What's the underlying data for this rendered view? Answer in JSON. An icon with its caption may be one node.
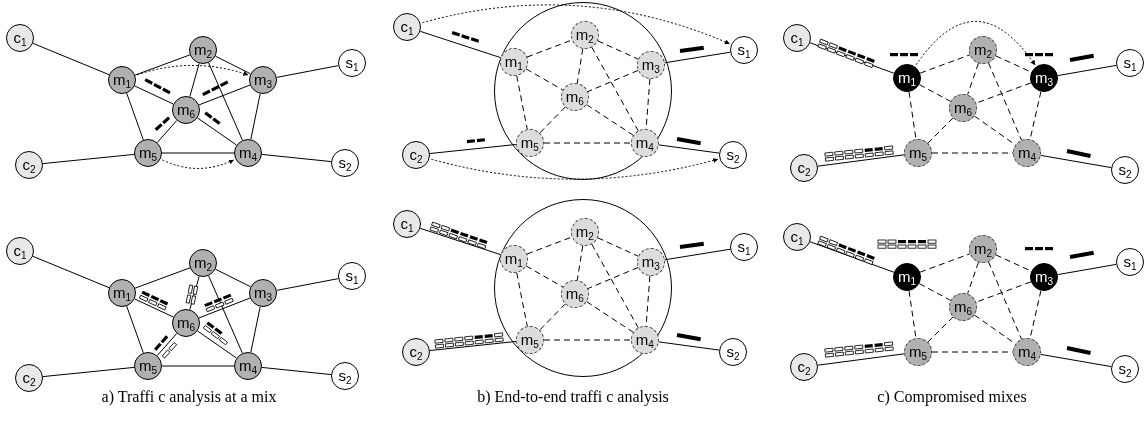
{
  "diagram": {
    "nodes": [
      {
        "text": [
          "c$_{1}$"
        ]
      },
      {
        "text": [
          "m$_{1}$"
        ]
      },
      {
        "text": [
          "m$_{2}$"
        ]
      },
      {
        "text": [
          "m$_{3}$"
        ]
      },
      {
        "text": [
          "s$_{1}$"
        ]
      },
      {
        "text": [
          "m$_{6}$"
        ]
      },
      {
        "text": [
          "c$_{2}$"
        ]
      },
      {
        "text": [
          "m$_{5}$"
        ]
      },
      {
        "text": [
          "m$_{4}$"
        ]
      },
      {
        "text": [
          "s$_{2}$"
        ]
      },
      {
        "text": [],
        "shape": "circle"
      },
      {
        "text": [
          "c$_{1}$"
        ]
      },
      {
        "text": [
          "m$_{1}$"
        ],
        "in": 10
      },
      {
        "text": [
          "m$_{2}$"
        ],
        "in": 10
      },
      {
        "text": [
          "m$_{3}$"
        ],
        "in": 10
      },
      {
        "text": [
          "s$_{1}$"
        ]
      },
      {
        "text": [
          "m$_{6}$"
        ],
        "in": 10
      },
      {
        "text": [
          "c$_{2}$"
        ]
      },
      {
        "text": [
          "m$_{5}$"
        ],
        "in": 10
      },
      {
        "text": [
          "m$_{4}$"
        ],
        "in": 10
      },
      {
        "text": [
          "s$_{2}$"
        ]
      },
      {
        "text": [
          "c$_{1}$"
        ]
      },
      {
        "text": [
          "m$_{1}$"
        ]
      },
      {
        "text": [
          "m$_{2}$"
        ]
      },
      {
        "text": [
          "m$_{3}$"
        ]
      },
      {
        "text": [
          "s$_{1}$"
        ]
      },
      {
        "text": [
          "m$_{6}$"
        ]
      },
      {
        "text": [
          "c$_{2}$"
        ]
      },
      {
        "text": [
          "m$_{5}$"
        ]
      },
      {
        "text": [
          "m$_{4}$"
        ]
      },
      {
        "text": [
          "s$_{2}$"
        ]
      },
      {
        "text": [
          "c$_{1}$"
        ]
      },
      {
        "text": [
          "m$_{1}$"
        ]
      },
      {
        "text": [
          "m$_{2}$"
        ]
      },
      {
        "text": [
          "m$_{3}$"
        ]
      },
      {
        "text": [
          "s$_{1}$"
        ]
      },
      {
        "text": [
          "m$_{6}$"
        ]
      },
      {
        "text": [
          "c$_{2}$"
        ]
      },
      {
        "text": [
          "m$_{5}$"
        ]
      },
      {
        "text": [
          "m$_{4}$"
        ]
      },
      {
        "text": [
          "s$_{2}$"
        ]
      },
      {
        "text": [],
        "shape": "circle"
      },
      {
        "text": [
          "c$_{1}$"
        ]
      },
      {
        "text": [
          "m$_{1}$"
        ],
        "in": 41
      },
      {
        "text": [
          "m$_{2}$"
        ],
        "in": 41
      },
      {
        "text": [
          "m$_{3}$"
        ],
        "in": 41
      },
      {
        "text": [
          "s$_{1}$"
        ]
      },
      {
        "text": [
          "m$_{6}$"
        ],
        "in": 41
      },
      {
        "text": [
          "c$_{2}$"
        ]
      },
      {
        "text": [
          "m$_{5}$"
        ],
        "in": 41
      },
      {
        "text": [
          "m$_{4}$"
        ],
        "in": 41
      },
      {
        "text": [
          "s$_{2}$"
        ]
      },
      {
        "text": [
          "c$_{1}$"
        ]
      },
      {
        "text": [
          "m$_{1}$"
        ]
      },
      {
        "text": [
          "m$_{2}$"
        ]
      },
      {
        "text": [
          "m$_{3}$"
        ]
      },
      {
        "text": [
          "s$_{1}$"
        ]
      },
      {
        "text": [
          "m$_{6}$"
        ]
      },
      {
        "text": [
          "c$_{2}$"
        ]
      },
      {
        "text": [
          "m$_{5}$"
        ]
      },
      {
        "text": [
          "m$_{4}$"
        ]
      },
      {
        "text": [
          "s$_{2}$"
        ]
      }
    ],
    "edges": [
      {
        "from": 0,
        "to": 1,
        "arrow": "none"
      },
      {
        "from": 1,
        "to": 2,
        "arrow": "none"
      },
      {
        "from": 2,
        "to": 3,
        "arrow": "none"
      },
      {
        "from": 3,
        "to": 4,
        "arrow": "none"
      },
      {
        "from": 1,
        "to": 5,
        "arrow": "none"
      },
      {
        "from": 2,
        "to": 5,
        "arrow": "none"
      },
      {
        "from": 3,
        "to": 5,
        "arrow": "none"
      },
      {
        "from": 1,
        "to": 7,
        "arrow": "none"
      },
      {
        "from": 3,
        "to": 8,
        "arrow": "none"
      },
      {
        "from": 2,
        "to": 8,
        "arrow": "none"
      },
      {
        "from": 5,
        "to": 7,
        "arrow": "none"
      },
      {
        "from": 5,
        "to": 8,
        "arrow": "none"
      },
      {
        "from": 6,
        "to": 7,
        "arrow": "none"
      },
      {
        "from": 7,
        "to": 8,
        "arrow": "none"
      },
      {
        "from": 8,
        "to": 9,
        "arrow": "none"
      },
      {
        "from": 1,
        "to": 3,
        "arrow": "to",
        "style": "dashed"
      },
      {
        "from": 7,
        "to": 8,
        "arrow": "to",
        "style": "dashed"
      },
      {
        "from": 11,
        "to": 12,
        "arrow": "none"
      },
      {
        "from": 12,
        "to": 13,
        "arrow": "none",
        "style": "dashed"
      },
      {
        "from": 13,
        "to": 14,
        "arrow": "none",
        "style": "dashed"
      },
      {
        "from": 14,
        "to": 15,
        "arrow": "none"
      },
      {
        "from": 12,
        "to": 16,
        "arrow": "none",
        "style": "dashed"
      },
      {
        "from": 13,
        "to": 16,
        "arrow": "none",
        "style": "dashed"
      },
      {
        "from": 14,
        "to": 16,
        "arrow": "none",
        "style": "dashed"
      },
      {
        "from": 12,
        "to": 18,
        "arrow": "none",
        "style": "dashed"
      },
      {
        "from": 14,
        "to": 19,
        "arrow": "none",
        "style": "dashed"
      },
      {
        "from": 13,
        "to": 19,
        "arrow": "none",
        "style": "dashed"
      },
      {
        "from": 16,
        "to": 18,
        "arrow": "none",
        "style": "dashed"
      },
      {
        "from": 16,
        "to": 19,
        "arrow": "none",
        "style": "dashed"
      },
      {
        "from": 17,
        "to": 18,
        "arrow": "none"
      },
      {
        "from": 18,
        "to": 19,
        "arrow": "none",
        "style": "dashed"
      },
      {
        "from": 19,
        "to": 20,
        "arrow": "none"
      },
      {
        "from": 11,
        "to": 15,
        "arrow": "to",
        "style": "dashed"
      },
      {
        "from": 17,
        "to": 20,
        "arrow": "to",
        "style": "dashed"
      },
      {
        "from": 21,
        "to": 22,
        "arrow": "none"
      },
      {
        "from": 22,
        "to": 23,
        "arrow": "none",
        "style": "dashed"
      },
      {
        "from": 23,
        "to": 24,
        "arrow": "none",
        "style": "dashed"
      },
      {
        "from": 24,
        "to": 25,
        "arrow": "none"
      },
      {
        "from": 22,
        "to": 26,
        "arrow": "none",
        "style": "dashed"
      },
      {
        "from": 23,
        "to": 26,
        "arrow": "none",
        "style": "dashed"
      },
      {
        "from": 24,
        "to": 26,
        "arrow": "none",
        "style": "dashed"
      },
      {
        "from": 22,
        "to": 28,
        "arrow": "none",
        "style": "dashed"
      },
      {
        "from": 24,
        "to": 29,
        "arrow": "none",
        "style": "dashed"
      },
      {
        "from": 23,
        "to": 29,
        "arrow": "none",
        "style": "dashed"
      },
      {
        "from": 26,
        "to": 28,
        "arrow": "none",
        "style": "dashed"
      },
      {
        "from": 26,
        "to": 29,
        "arrow": "none",
        "style": "dashed"
      },
      {
        "from": 27,
        "to": 28,
        "arrow": "none"
      },
      {
        "from": 28,
        "to": 29,
        "arrow": "none",
        "style": "dashed"
      },
      {
        "from": 29,
        "to": 30,
        "arrow": "none"
      },
      {
        "from": 22,
        "to": 24,
        "arrow": "to",
        "style": "dashed"
      },
      {
        "from": 31,
        "to": 32,
        "arrow": "none"
      },
      {
        "from": 32,
        "to": 33,
        "arrow": "none"
      },
      {
        "from": 33,
        "to": 34,
        "arrow": "none"
      },
      {
        "from": 34,
        "to": 35,
        "arrow": "none"
      },
      {
        "from": 32,
        "to": 36,
        "arrow": "none"
      },
      {
        "from": 33,
        "to": 36,
        "arrow": "none"
      },
      {
        "from": 34,
        "to": 36,
        "arrow": "none"
      },
      {
        "from": 32,
        "to": 38,
        "arrow": "none"
      },
      {
        "from": 34,
        "to": 39,
        "arrow": "none"
      },
      {
        "from": 33,
        "to": 39,
        "arrow": "none"
      },
      {
        "from": 36,
        "to": 38,
        "arrow": "none"
      },
      {
        "from": 36,
        "to": 39,
        "arrow": "none"
      },
      {
        "from": 37,
        "to": 38,
        "arrow": "none"
      },
      {
        "from": 38,
        "to": 39,
        "arrow": "none"
      },
      {
        "from": 39,
        "to": 40,
        "arrow": "none"
      },
      {
        "from": 42,
        "to": 43,
        "arrow": "none"
      },
      {
        "from": 43,
        "to": 44,
        "arrow": "none",
        "style": "dashed"
      },
      {
        "from": 44,
        "to": 45,
        "arrow": "none",
        "style": "dashed"
      },
      {
        "from": 45,
        "to": 46,
        "arrow": "none"
      },
      {
        "from": 43,
        "to": 47,
        "arrow": "none",
        "style": "dashed"
      },
      {
        "from": 44,
        "to": 47,
        "arrow": "none",
        "style": "dashed"
      },
      {
        "from": 45,
        "to": 47,
        "arrow": "none",
        "style": "dashed"
      },
      {
        "from": 43,
        "to": 49,
        "arrow": "none",
        "style": "dashed"
      },
      {
        "from": 45,
        "to": 50,
        "arrow": "none",
        "style": "dashed"
      },
      {
        "from": 44,
        "to": 50,
        "arrow": "none",
        "style": "dashed"
      },
      {
        "from": 47,
        "to": 49,
        "arrow": "none",
        "style": "dashed"
      },
      {
        "from": 47,
        "to": 50,
        "arrow": "none",
        "style": "dashed"
      },
      {
        "from": 48,
        "to": 49,
        "arrow": "none"
      },
      {
        "from": 49,
        "to": 50,
        "arrow": "none",
        "style": "dashed"
      },
      {
        "from": 50,
        "to": 51,
        "arrow": "none"
      },
      {
        "from": 52,
        "to": 53,
        "arrow": "none"
      },
      {
        "from": 53,
        "to": 54,
        "arrow": "none",
        "style": "dashed"
      },
      {
        "from": 54,
        "to": 55,
        "arrow": "none",
        "style": "dashed"
      },
      {
        "from": 55,
        "to": 56,
        "arrow": "none"
      },
      {
        "from": 53,
        "to": 57,
        "arrow": "none",
        "style": "dashed"
      },
      {
        "from": 54,
        "to": 57,
        "arrow": "none",
        "style": "dashed"
      },
      {
        "from": 55,
        "to": 57,
        "arrow": "none",
        "style": "dashed"
      },
      {
        "from": 53,
        "to": 59,
        "arrow": "none",
        "style": "dashed"
      },
      {
        "from": 55,
        "to": 60,
        "arrow": "none",
        "style": "dashed"
      },
      {
        "from": 54,
        "to": 60,
        "arrow": "none",
        "style": "dashed"
      },
      {
        "from": 57,
        "to": 59,
        "arrow": "none",
        "style": "dashed"
      },
      {
        "from": 57,
        "to": 60,
        "arrow": "none",
        "style": "dashed"
      },
      {
        "from": 58,
        "to": 59,
        "arrow": "none"
      },
      {
        "from": 59,
        "to": 60,
        "arrow": "none",
        "style": "dashed"
      },
      {
        "from": 60,
        "to": 61,
        "arrow": "none"
      }
    ],
    "labels": [
      "a) Traffi c analysis at a mix",
      "b) End-to-end traffi c analysis",
      "c) Compromised mixes"
    ]
  }
}
